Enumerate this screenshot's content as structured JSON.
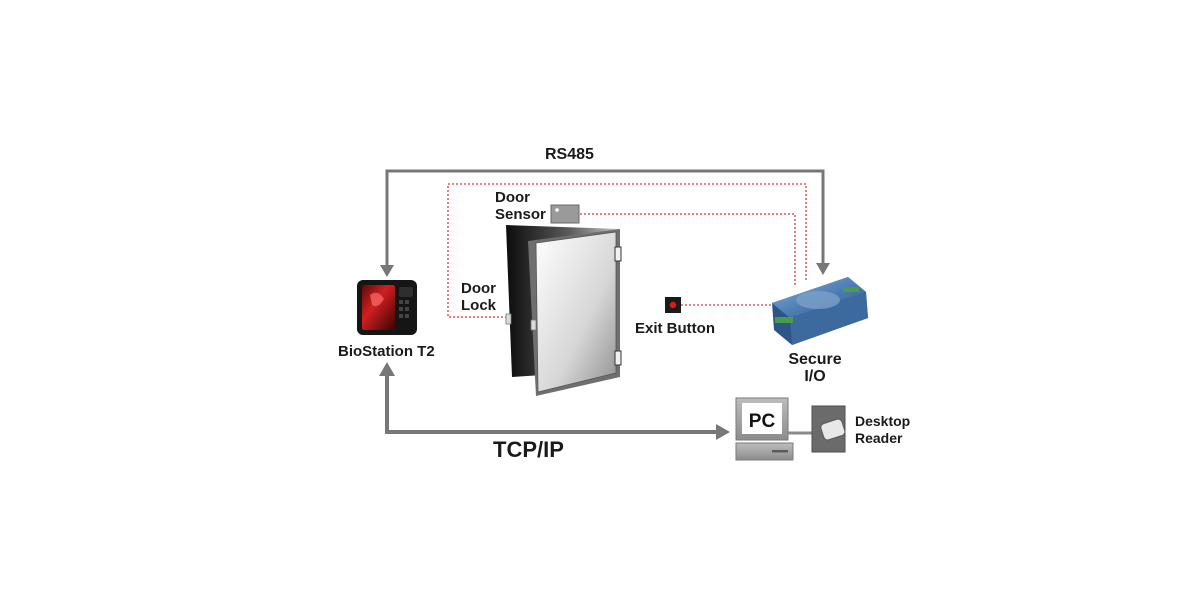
{
  "labels": {
    "rs485": "RS485",
    "door_sensor": [
      "Door",
      "Sensor"
    ],
    "door_lock": [
      "Door",
      "Lock"
    ],
    "biostation": "BioStation T2",
    "exit_button": "Exit Button",
    "secure_io": [
      "Secure",
      "I/O"
    ],
    "tcpip": "TCP/IP",
    "pc": "PC",
    "desktop_reader": [
      "Desktop",
      "Reader"
    ]
  },
  "colors": {
    "gray_line": "#777777",
    "red_dotted": "#d23a3a",
    "exit_button_led": "#e01818",
    "secure_io_body": "#4f7fb5"
  }
}
